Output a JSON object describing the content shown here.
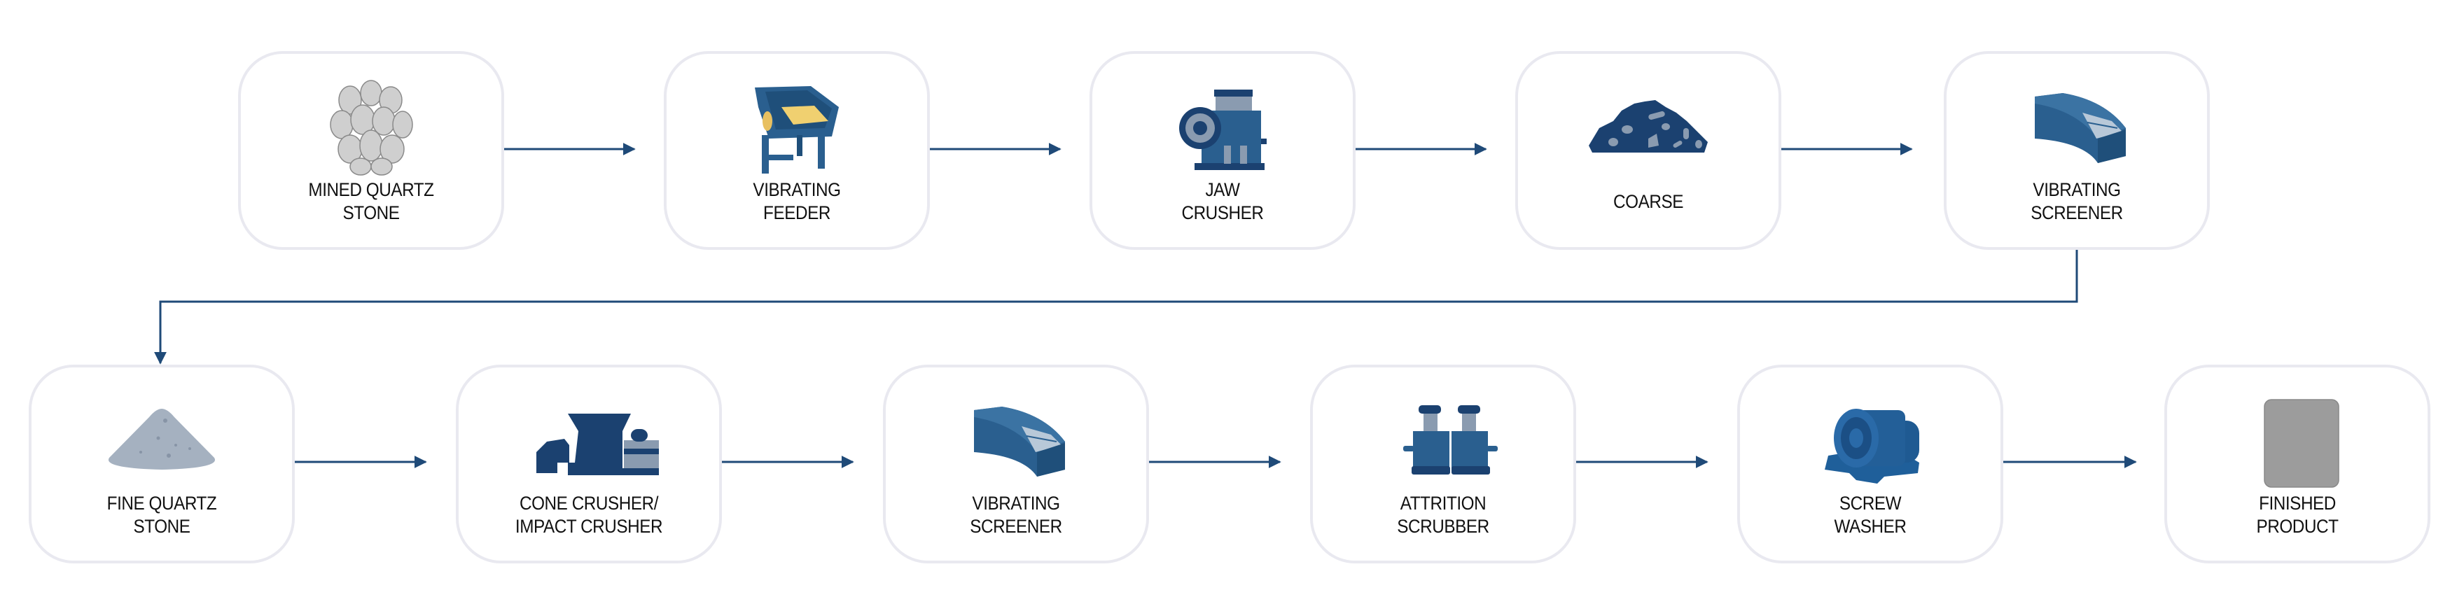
{
  "colors": {
    "connector": "#1f4a78",
    "node_border": "#e9e9f0",
    "equipment_dark": "#1b4170",
    "equipment_mid": "#2a5f8f",
    "equipment_light": "#8a9bb0",
    "stone_gray": "#c9c9c9",
    "feed_yellow": "#f0d070"
  },
  "rows": [
    {
      "nodes": [
        {
          "id": "mined-quartz-stone",
          "icon": "rock-pile-icon",
          "label_lines": [
            "MINED QUARTZ",
            "STONE"
          ]
        },
        {
          "id": "vibrating-feeder",
          "icon": "vibrating-feeder-icon",
          "label_lines": [
            "VIBRATING",
            "FEEDER"
          ]
        },
        {
          "id": "jaw-crusher",
          "icon": "jaw-crusher-icon",
          "label_lines": [
            "JAW",
            "CRUSHER"
          ]
        },
        {
          "id": "coarse",
          "icon": "coarse-pile-icon",
          "label_lines": [
            "COARSE"
          ]
        },
        {
          "id": "vibrating-screener-1",
          "icon": "vibrating-screener-icon",
          "label_lines": [
            "VIBRATING",
            "SCREENER"
          ]
        }
      ]
    },
    {
      "nodes": [
        {
          "id": "fine-quartz-stone",
          "icon": "sand-pile-icon",
          "label_lines": [
            "FINE QUARTZ",
            "STONE"
          ]
        },
        {
          "id": "cone-impact-crusher",
          "icon": "cone-crusher-icon",
          "label_lines": [
            "CONE CRUSHER/",
            "IMPACT CRUSHER"
          ]
        },
        {
          "id": "vibrating-screener-2",
          "icon": "vibrating-screener-icon",
          "label_lines": [
            "VIBRATING",
            "SCREENER"
          ]
        },
        {
          "id": "attrition-scrubber",
          "icon": "attrition-scrubber-icon",
          "label_lines": [
            "ATTRITION",
            "SCRUBBER"
          ]
        },
        {
          "id": "screw-washer",
          "icon": "screw-washer-icon",
          "label_lines": [
            "SCREW",
            "WASHER"
          ]
        },
        {
          "id": "finished-product",
          "icon": "product-block-icon",
          "label_lines": [
            "FINISHED",
            "PRODUCT"
          ]
        }
      ]
    }
  ],
  "flow": [
    [
      "mined-quartz-stone",
      "vibrating-feeder"
    ],
    [
      "vibrating-feeder",
      "jaw-crusher"
    ],
    [
      "jaw-crusher",
      "coarse"
    ],
    [
      "coarse",
      "vibrating-screener-1"
    ],
    [
      "vibrating-screener-1",
      "fine-quartz-stone"
    ],
    [
      "fine-quartz-stone",
      "cone-impact-crusher"
    ],
    [
      "cone-impact-crusher",
      "vibrating-screener-2"
    ],
    [
      "vibrating-screener-2",
      "attrition-scrubber"
    ],
    [
      "attrition-scrubber",
      "screw-washer"
    ],
    [
      "screw-washer",
      "finished-product"
    ]
  ]
}
